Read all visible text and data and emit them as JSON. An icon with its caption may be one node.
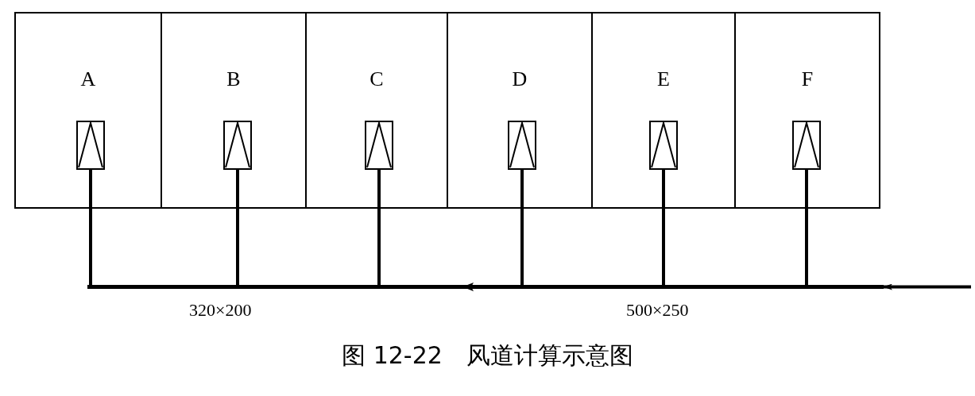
{
  "diagram": {
    "caption": "图 12-22　风道计算示意图",
    "nodes": [
      {
        "text": [
          "A"
        ]
      },
      {
        "text": [
          "B"
        ]
      },
      {
        "text": [
          "C"
        ]
      },
      {
        "text": [
          "D"
        ]
      },
      {
        "text": [
          "E"
        ]
      },
      {
        "text": [
          "F"
        ]
      },
      {
        "text": [],
        "shape": "box",
        "in": 0
      },
      {
        "text": [],
        "shape": "box",
        "in": 1
      },
      {
        "text": [],
        "shape": "box",
        "in": 2
      },
      {
        "text": [],
        "shape": "box",
        "in": 3
      },
      {
        "text": [],
        "shape": "box",
        "in": 4
      },
      {
        "text": [],
        "shape": "box",
        "in": 5
      },
      {
        "text": [],
        "shape": "bar"
      }
    ],
    "edges": [
      {
        "from": 12,
        "to": 6,
        "arrow": "none"
      },
      {
        "from": 12,
        "to": 7,
        "arrow": "none"
      },
      {
        "from": 12,
        "to": 8,
        "arrow": "none"
      },
      {
        "from": 12,
        "to": 9,
        "arrow": "none"
      },
      {
        "from": 12,
        "to": 10,
        "arrow": "none"
      },
      {
        "from": 12,
        "to": 11,
        "arrow": "none"
      },
      {
        "from": null,
        "to": 12,
        "arrow": "to"
      }
    ],
    "labels": [
      "320×200",
      "500×250"
    ]
  }
}
